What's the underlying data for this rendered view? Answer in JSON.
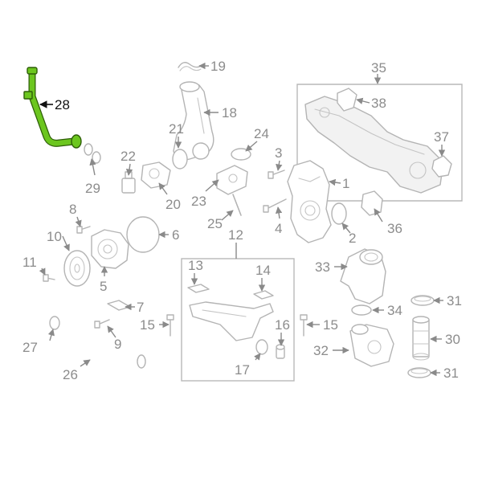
{
  "diagram": {
    "highlight_color": "#6cc61f",
    "callouts": [
      {
        "id": "1",
        "label": "1",
        "highlighted": false
      },
      {
        "id": "2",
        "label": "2",
        "highlighted": false
      },
      {
        "id": "3",
        "label": "3",
        "highlighted": false
      },
      {
        "id": "4",
        "label": "4",
        "highlighted": false
      },
      {
        "id": "5",
        "label": "5",
        "highlighted": false
      },
      {
        "id": "6",
        "label": "6",
        "highlighted": false
      },
      {
        "id": "7",
        "label": "7",
        "highlighted": false
      },
      {
        "id": "8",
        "label": "8",
        "highlighted": false
      },
      {
        "id": "9",
        "label": "9",
        "highlighted": false
      },
      {
        "id": "10",
        "label": "10",
        "highlighted": false
      },
      {
        "id": "11",
        "label": "11",
        "highlighted": false
      },
      {
        "id": "12",
        "label": "12",
        "highlighted": false
      },
      {
        "id": "13",
        "label": "13",
        "highlighted": false
      },
      {
        "id": "14",
        "label": "14",
        "highlighted": false
      },
      {
        "id": "15a",
        "label": "15",
        "highlighted": false
      },
      {
        "id": "15b",
        "label": "15",
        "highlighted": false
      },
      {
        "id": "16",
        "label": "16",
        "highlighted": false
      },
      {
        "id": "17",
        "label": "17",
        "highlighted": false
      },
      {
        "id": "18",
        "label": "18",
        "highlighted": false
      },
      {
        "id": "19",
        "label": "19",
        "highlighted": false
      },
      {
        "id": "20",
        "label": "20",
        "highlighted": false
      },
      {
        "id": "21",
        "label": "21",
        "highlighted": false
      },
      {
        "id": "22",
        "label": "22",
        "highlighted": false
      },
      {
        "id": "23",
        "label": "23",
        "highlighted": false
      },
      {
        "id": "24",
        "label": "24",
        "highlighted": false
      },
      {
        "id": "25",
        "label": "25",
        "highlighted": false
      },
      {
        "id": "26",
        "label": "26",
        "highlighted": false
      },
      {
        "id": "27",
        "label": "27",
        "highlighted": false
      },
      {
        "id": "28",
        "label": "28",
        "highlighted": true
      },
      {
        "id": "29",
        "label": "29",
        "highlighted": false
      },
      {
        "id": "30",
        "label": "30",
        "highlighted": false
      },
      {
        "id": "31a",
        "label": "31",
        "highlighted": false
      },
      {
        "id": "31b",
        "label": "31",
        "highlighted": false
      },
      {
        "id": "32",
        "label": "32",
        "highlighted": false
      },
      {
        "id": "33",
        "label": "33",
        "highlighted": false
      },
      {
        "id": "34",
        "label": "34",
        "highlighted": false
      },
      {
        "id": "35",
        "label": "35",
        "highlighted": false
      },
      {
        "id": "36",
        "label": "36",
        "highlighted": false
      },
      {
        "id": "37",
        "label": "37",
        "highlighted": false
      },
      {
        "id": "38",
        "label": "38",
        "highlighted": false
      }
    ]
  }
}
